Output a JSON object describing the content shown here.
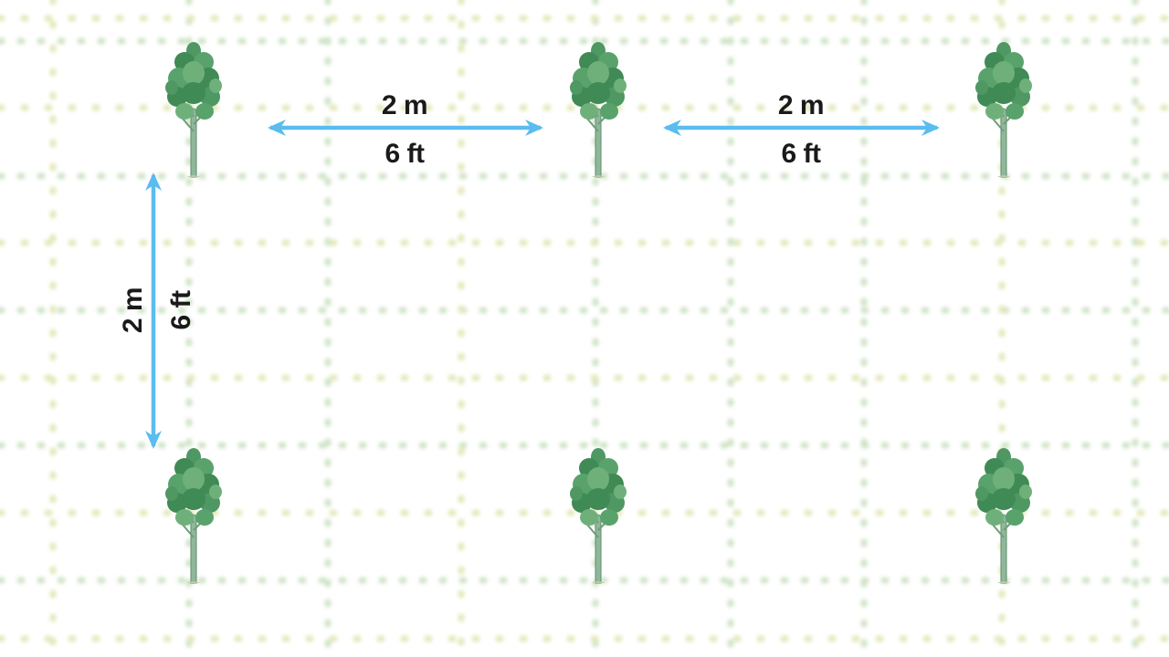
{
  "diagram": {
    "colors": {
      "background": "#ffffff",
      "grid_green": "#cfe3c6",
      "grid_yellow": "#e3e8b8",
      "arrow": "#5bbcef",
      "label": "#1a1a1a",
      "canopy_dark": "#3f8a55",
      "canopy_light": "#6fb07a",
      "trunk": "#8fb79a"
    },
    "trees": [
      {
        "name": "tree",
        "row": 1,
        "col": 1
      },
      {
        "name": "tree",
        "row": 1,
        "col": 2
      },
      {
        "name": "tree",
        "row": 1,
        "col": 3
      },
      {
        "name": "tree",
        "row": 2,
        "col": 1
      },
      {
        "name": "tree",
        "row": 2,
        "col": 2
      },
      {
        "name": "tree",
        "row": 2,
        "col": 3
      }
    ],
    "spacing_top_left": {
      "metric": "2 m",
      "imperial": "6 ft"
    },
    "spacing_top_right": {
      "metric": "2 m",
      "imperial": "6 ft"
    },
    "spacing_vertical": {
      "metric": "2 m",
      "imperial": "6 ft"
    }
  }
}
